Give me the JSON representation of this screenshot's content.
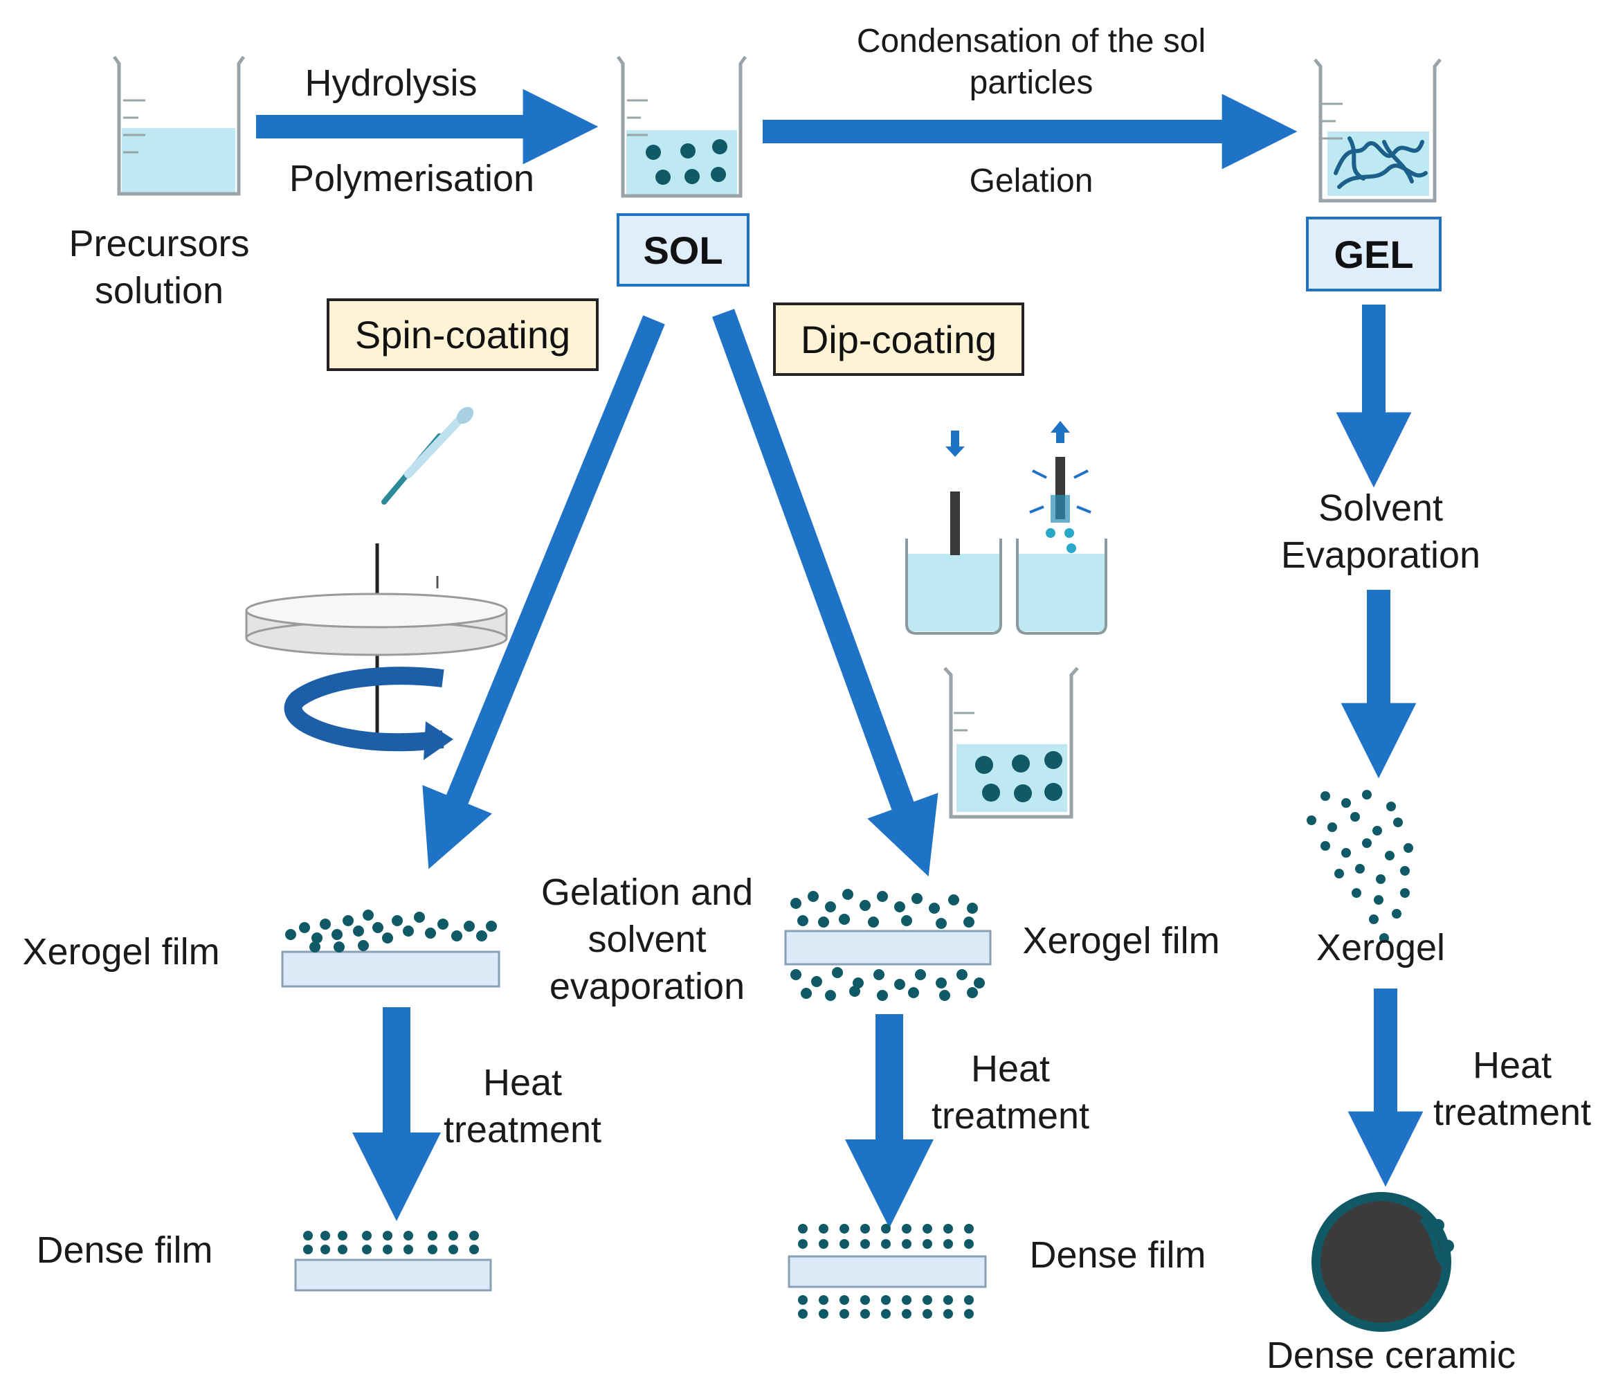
{
  "top_row": {
    "precursors_line1": "Precursors",
    "precursors_line2": "solution",
    "hydrolysis": "Hydrolysis",
    "polymerisation": "Polymerisation",
    "condensation_line1": "Condensation of the sol",
    "condensation_line2": "particles",
    "gelation": "Gelation"
  },
  "states": {
    "sol": "SOL",
    "gel": "GEL"
  },
  "methods": {
    "spin": "Spin-coating",
    "dip": "Dip-coating"
  },
  "spin_branch": {
    "xerogel": "Xerogel film",
    "heat_line1": "Heat",
    "heat_line2": "treatment",
    "dense": "Dense film"
  },
  "middle": {
    "line1": "Gelation and",
    "line2": "solvent",
    "line3": "evaporation"
  },
  "dip_branch": {
    "xerogel": "Xerogel film",
    "heat_line1": "Heat",
    "heat_line2": "treatment",
    "dense": "Dense film"
  },
  "gel_branch": {
    "solvent_line1": "Solvent",
    "solvent_line2": "Evaporation",
    "xerogel": "Xerogel",
    "heat_line1": "Heat",
    "heat_line2": "treatment",
    "dense": "Dense ceramic"
  },
  "colors": {
    "arrow": "#1f73c7",
    "particle": "#0f5a66",
    "liquid": "#bfe9f2",
    "substrate": "#dbeaf6",
    "label_box_fill": "#fff3d6",
    "state_box_fill": "#dfeefa",
    "ceramic": "#3b3b3b"
  }
}
